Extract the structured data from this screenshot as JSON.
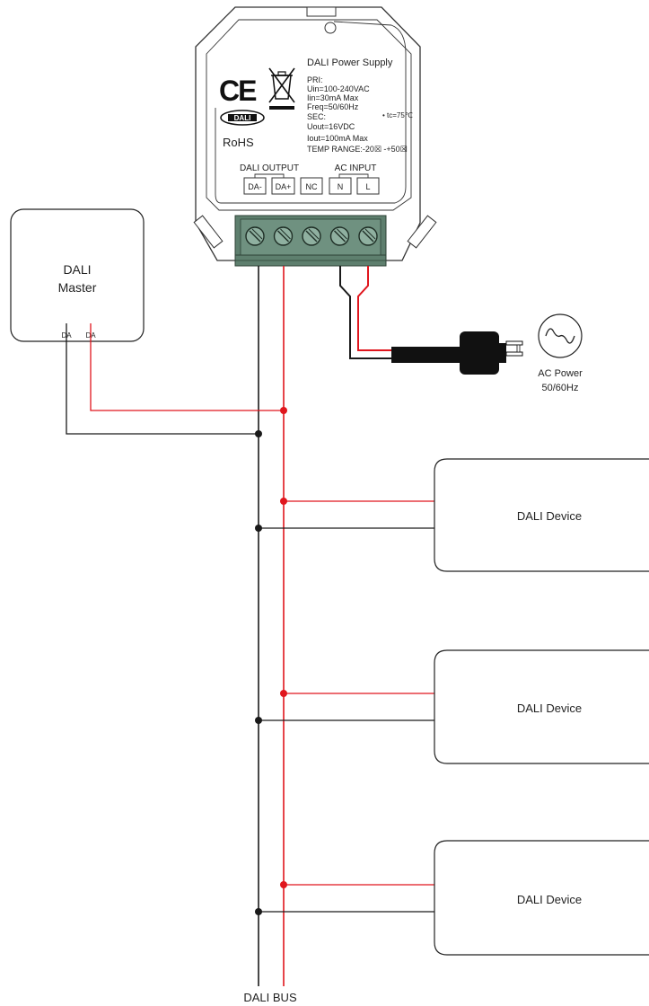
{
  "colors": {
    "red_wire": "#e0161d",
    "black_wire": "#1a1a1a",
    "terminal_green": "#5e7f6e",
    "outline": "#333333"
  },
  "power_supply": {
    "title": "DALI Power Supply",
    "ce_mark": "CE",
    "pri": "PRI:",
    "uin": "Uin=100-240VAC",
    "iin": "Iin=30mA Max",
    "freq": "Freq=50/60Hz",
    "sec": "SEC:",
    "uout": "Uout=16VDC",
    "iout": "Iout=100mA Max",
    "temp_range": "TEMP RANGE:-20☒ -+50☒",
    "tc": "• tc=75℃",
    "dali_logo": "DALI",
    "rohs": "RoHS",
    "dali_output_label": "DALI OUTPUT",
    "ac_input_label": "AC INPUT",
    "terminals": [
      "DA-",
      "DA+",
      "NC",
      "N",
      "L"
    ],
    "screw_icon": "screw-terminal-icon"
  },
  "master": {
    "line1": "DALI",
    "line2": "Master",
    "pin1": "DA",
    "pin2": "DA"
  },
  "ac_power": {
    "icon": "sine-wave-icon",
    "line1": "AC Power",
    "line2": "50/60Hz",
    "plug_icon": "power-plug-icon"
  },
  "devices": [
    {
      "label": "DALI Device"
    },
    {
      "label": "DALI Device"
    },
    {
      "label": "DALI Device"
    }
  ],
  "bus_label": "DALI BUS"
}
